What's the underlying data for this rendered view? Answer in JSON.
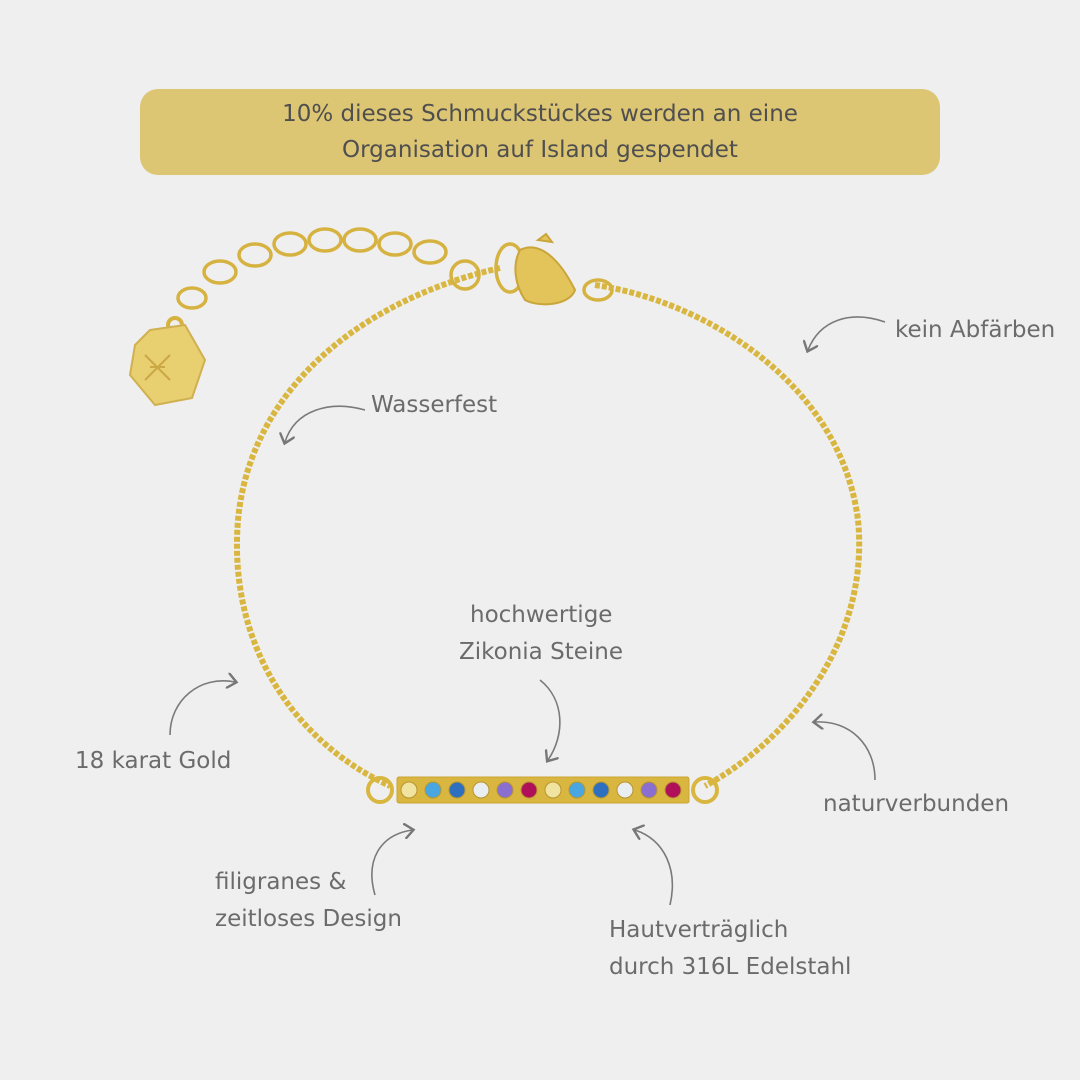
{
  "banner": {
    "line1": "10% dieses Schmuckstückes werden an eine",
    "line2": "Organisation auf Island gespendet"
  },
  "labels": {
    "kein_abfaerben": "kein Abfärben",
    "wasserfest": "Wasserfest",
    "zirkonia_1": "hochwertige",
    "zirkonia_2": "Zikonia Steine",
    "gold": "18 karat Gold",
    "naturverbunden": "naturverbunden",
    "design_1": "filigranes &",
    "design_2": "zeitloses Design",
    "haut_1": "Hautverträglich",
    "haut_2": "durch 316L Edelstahl"
  },
  "colors": {
    "banner": "#dcc573",
    "gold": "#d9b640",
    "text": "#6b6b6b",
    "stones": [
      "#f1e3a0",
      "#4aa6e0",
      "#2f6fc0",
      "#e8eef2",
      "#8a6fd0",
      "#b0105a",
      "#f1e3a0",
      "#4aa6e0",
      "#2f6fc0",
      "#e8eef2",
      "#8a6fd0",
      "#b0105a"
    ]
  }
}
